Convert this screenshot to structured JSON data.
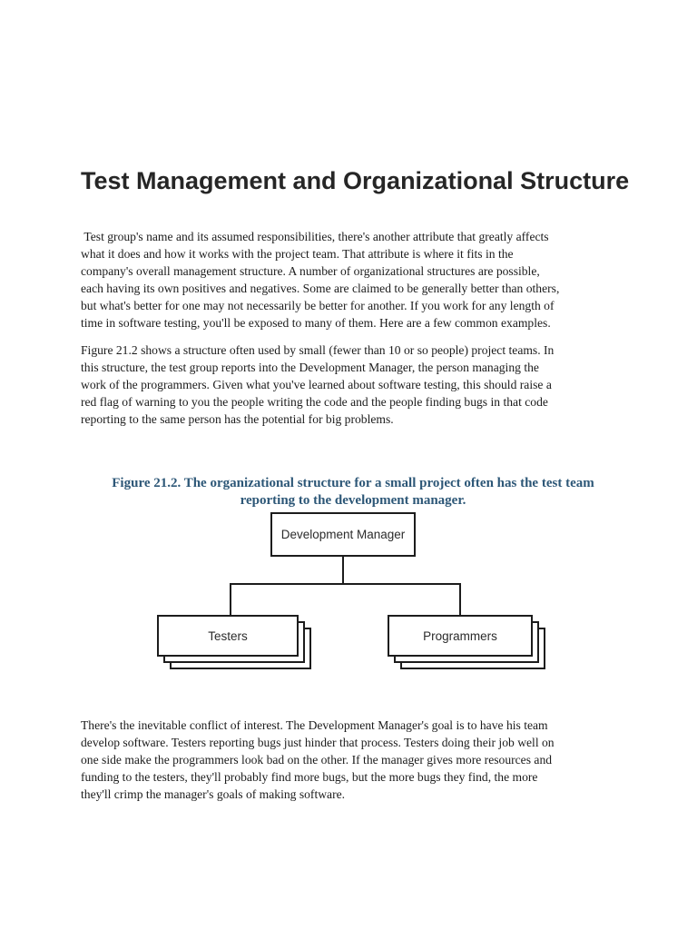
{
  "page": {
    "title": "Test Management and Organizational Structure",
    "paragraphs": {
      "p1": [
        " Test group's name and its assumed responsibilities, there's another attribute that greatly affects",
        "what it does and how it works with the project team. That attribute is where it fits in the",
        "company's overall management structure. A number of organizational structures are possible,",
        "each having its own positives and negatives. Some are claimed to be generally better than others,",
        "but what's better for one may not necessarily be better for another. If you work for any length of",
        "time in software testing, you'll be exposed to many of them. Here are a few common examples."
      ],
      "p2": [
        "Figure 21.2 shows a structure often used by small (fewer than 10 or so people) project teams. In",
        "this structure, the test group reports into the Development Manager, the person managing the",
        "work of the programmers. Given what you've learned about software testing, this should raise a",
        "red flag of warning to you the people writing the code and the people finding bugs in that code",
        "reporting to the same person has the potential for big problems."
      ],
      "p3": [
        "There's the inevitable conflict of interest. The Development Manager's goal is to have his team",
        "develop software. Testers reporting bugs just hinder that process. Testers doing their job well on",
        "one side make the programmers look bad on the other. If the manager gives more resources and",
        "funding to the testers, they'll probably find more bugs, but the more bugs they find, the more",
        "they'll crimp the manager's goals of making software."
      ]
    },
    "figure": {
      "caption": [
        "Figure 21.2. The organizational structure for a small project often has the test team",
        "reporting to the development manager."
      ],
      "caption_color": "#2d5777",
      "nodes": {
        "root": "Development Manager",
        "left": "Testers",
        "right": "Programmers"
      },
      "line_color": "#1c1c1c"
    }
  }
}
